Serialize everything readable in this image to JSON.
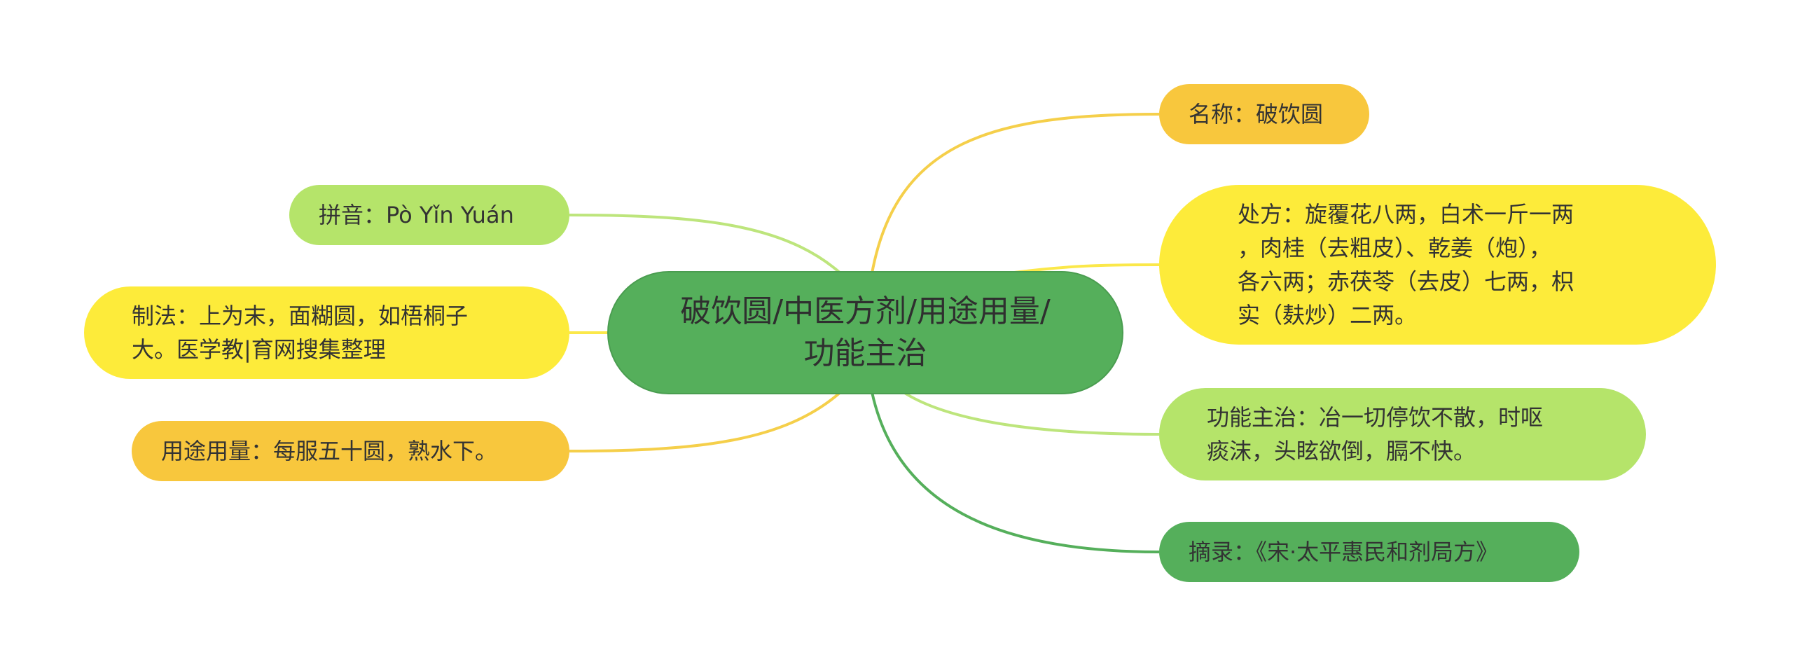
{
  "mindmap": {
    "center": {
      "label": "破饮圆/中医方剂/用途用量/功能主治"
    },
    "branches": {
      "name": {
        "label": "名称：破饮圆",
        "color": "#f8c73d"
      },
      "pinyin": {
        "label": "拼音：Pò Yǐn Yuán",
        "color": "#b5e46a"
      },
      "method": {
        "label": "制法：上为末，面糊圆，如梧桐子\n大。医学教|育网搜集整理",
        "color": "#fdeb3a"
      },
      "dosage": {
        "label": "用途用量：每服五十圆，熟水下。",
        "color": "#f8c73d"
      },
      "recipe": {
        "label": "处方：旋覆花八两，白术一斤一两\n，肉桂（去粗皮）、乾姜（炮），\n各六两；赤茯苓（去皮）七两，枳\n实（麸炒）二两。",
        "color": "#fdeb3a"
      },
      "function": {
        "label": "功能主治：冶一切停饮不散，时呕\n痰沫，头眩欲倒，膈不快。",
        "color": "#b5e46a"
      },
      "excerpt": {
        "label": "摘录：《宋·太平惠民和剂局方》",
        "color": "#55af5b"
      }
    }
  }
}
